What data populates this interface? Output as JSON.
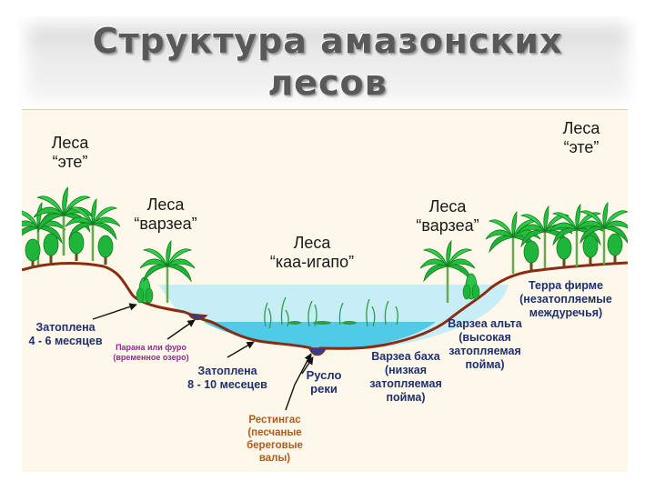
{
  "title": {
    "line1": "Структура амазонских",
    "line2": "лесов"
  },
  "forest_labels": {
    "ete_left": "Леса\n“эте”",
    "ete_right": "Леса\n“эте”",
    "varzea_left": "Леса\n“варзеа”",
    "varzea_right": "Леса\n“варзеа”",
    "kaa_igapo": "Леса\n“каа-игапо”"
  },
  "annotations": {
    "flooded_4_6": "Затоплена\n4 - 6 месяцев",
    "parana": "Парана или фуро\n(временное озеро)",
    "flooded_8_10": "Затоплена\n8 - 10 месецев",
    "river_bed": "Русло\nреки",
    "restingas": "Рестингас\n(песчаные\nбереговые\nвалы)",
    "varzea_baja": "Варзеа баха\n(низкая\nзатопляемая\nпойма)",
    "varzea_alta": "Варзеа альта\n(высокая\nзатопляемая\nпойма)",
    "terra_firme": "Терра фирме\n(незатопляемые\nмеждуречья)"
  },
  "colors": {
    "title": "#595959",
    "background": "#fdf8e9",
    "water_high": "#c7eef7",
    "water_low": "#4fcbe8",
    "ground_line": "#8b2c12",
    "palm_green": "#22c23c",
    "annotation_navy": "#1f2f6f",
    "annotation_purple": "#8a2f86",
    "annotation_orange": "#b15a1c"
  }
}
